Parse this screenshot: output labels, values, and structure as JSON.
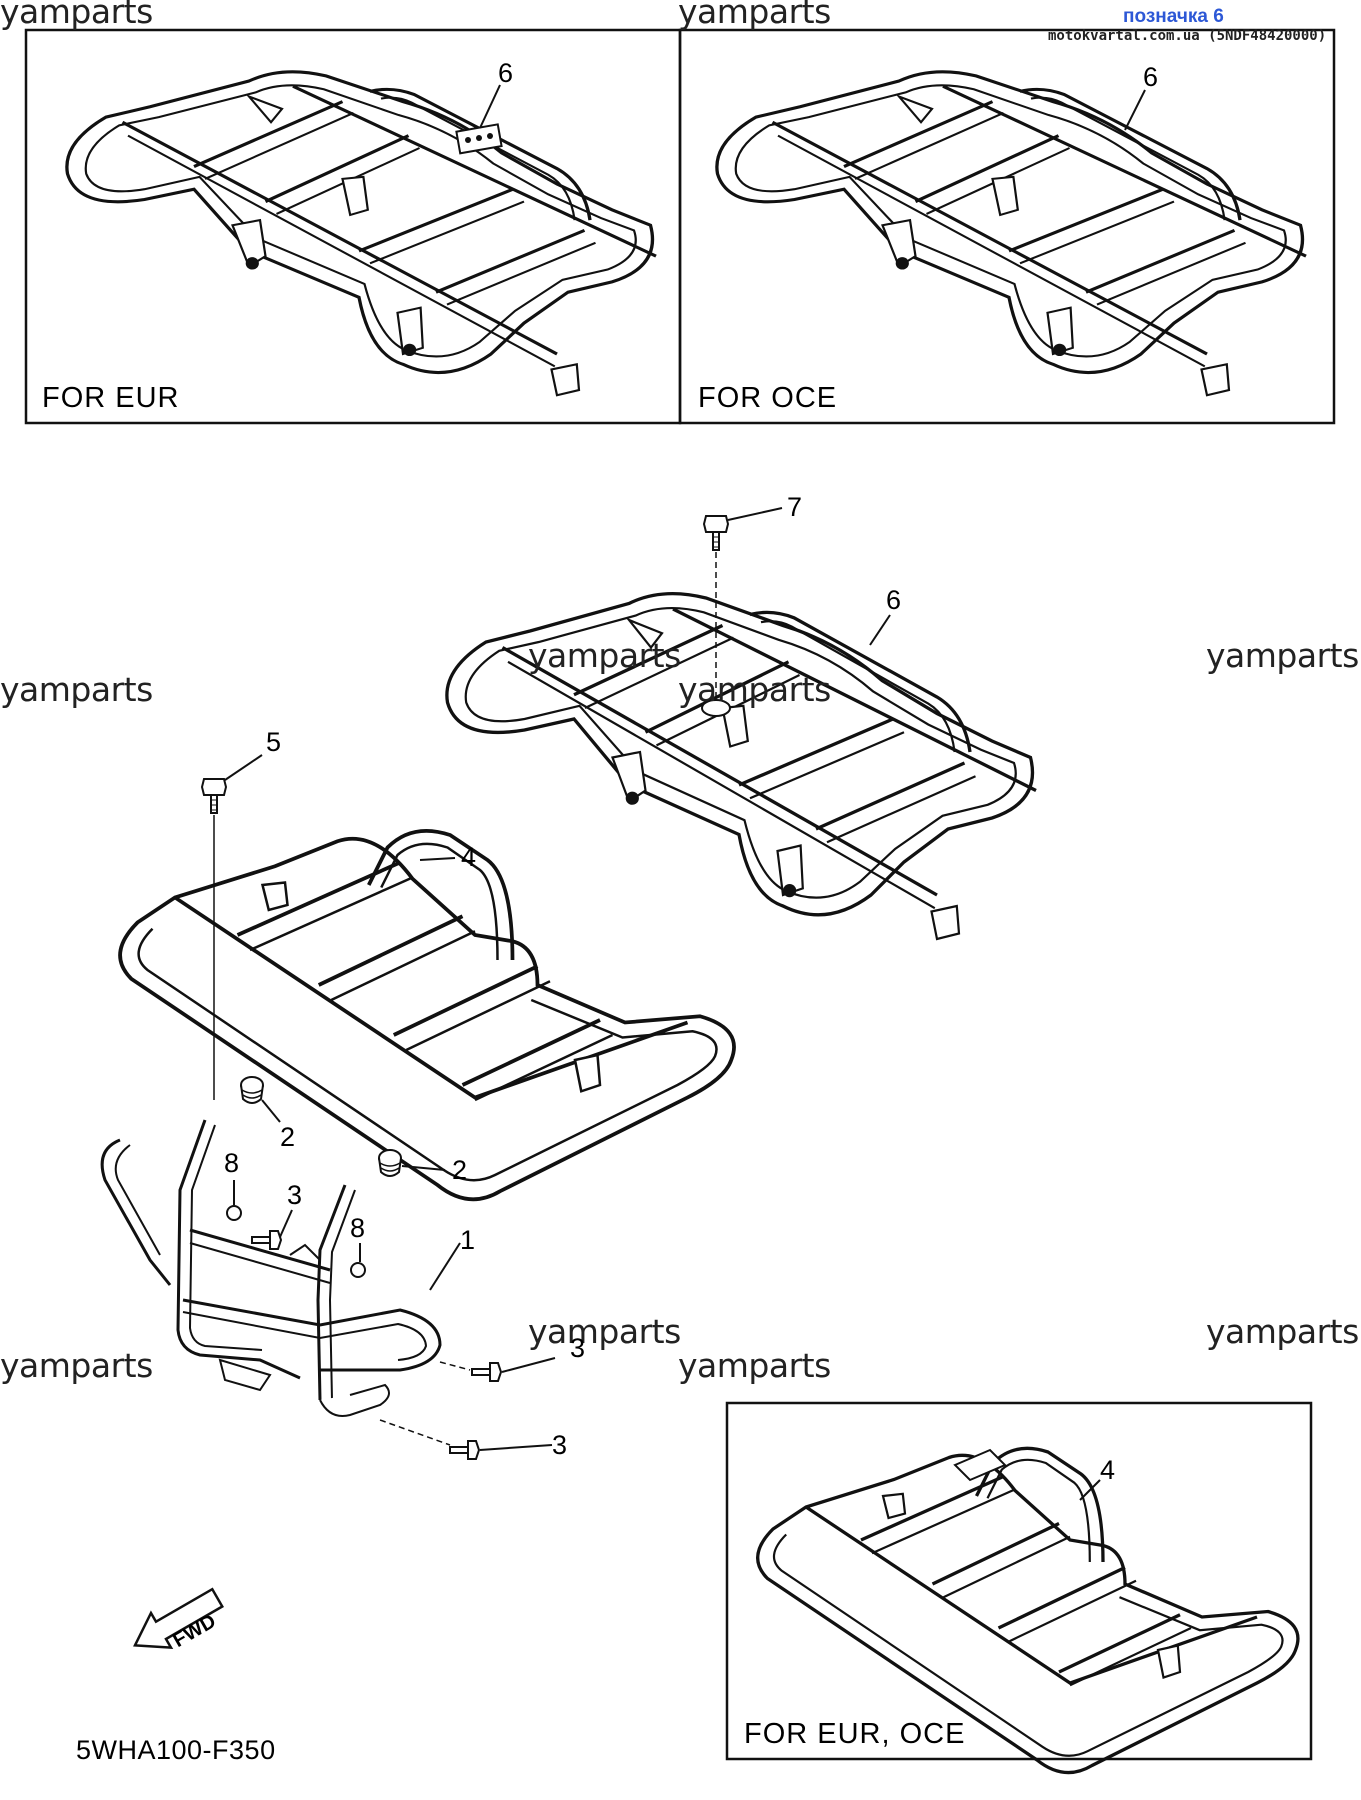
{
  "header": {
    "tag_label": "позначка 6",
    "source_label": "motokvartal.com.ua (5NDF48420000)"
  },
  "watermark": "yamparts",
  "panels": {
    "top_left_label": "FOR EUR",
    "top_right_label": "FOR OCE",
    "bottom_right_label": "FOR EUR, OCE"
  },
  "callouts": {
    "c1": "1",
    "c2": "2",
    "c3": "3",
    "c4": "4",
    "c5": "5",
    "c6": "6",
    "c7": "7",
    "c8": "8"
  },
  "fwd_label": "FWD",
  "diagram_code": "5WHA100-F350"
}
